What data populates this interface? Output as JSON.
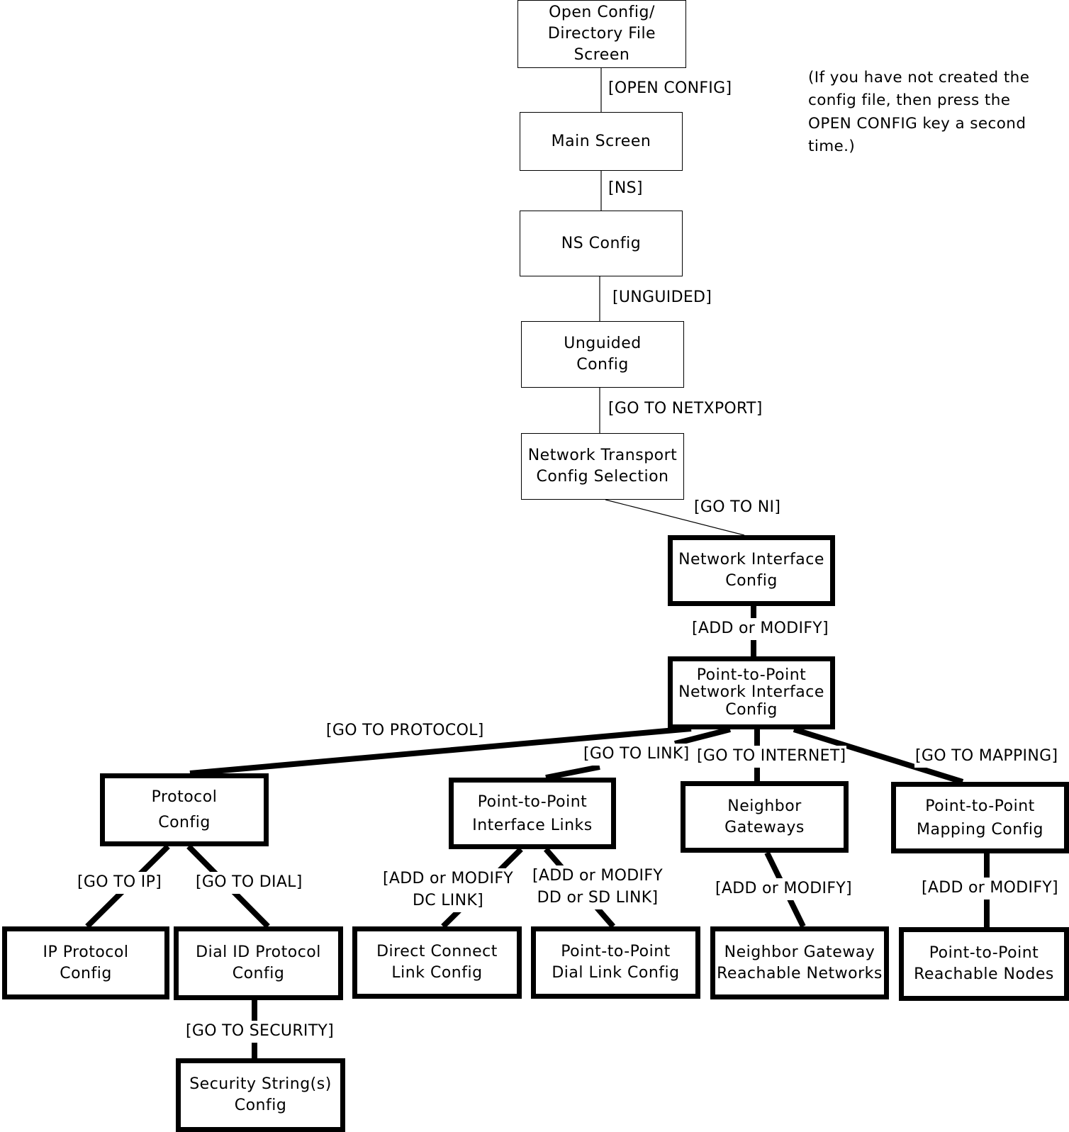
{
  "note": [
    "(If you have not created the",
    "config file, then press the",
    "OPEN CONFIG key a second",
    "time.)"
  ],
  "boxes": {
    "open_config": [
      "Open Config/",
      "Directory File Screen"
    ],
    "main_screen": [
      "Main Screen"
    ],
    "ns_config": [
      "NS Config"
    ],
    "unguided_config": [
      "Unguided",
      "Config"
    ],
    "network_transport": [
      "Network Transport",
      "Config Selection"
    ],
    "network_interface": [
      "Network Interface",
      "Config"
    ],
    "p2p_ni": [
      "Point-to-Point",
      "Network Interface",
      "Config"
    ],
    "protocol_config": [
      "Protocol",
      "Config"
    ],
    "p2p_interface_links": [
      "Point-to-Point",
      "Interface Links"
    ],
    "neighbor_gateways": [
      "Neighbor",
      "Gateways"
    ],
    "p2p_mapping": [
      "Point-to-Point",
      "Mapping Config"
    ],
    "ip_protocol": [
      "IP Protocol",
      "Config"
    ],
    "dial_id_protocol": [
      "Dial ID Protocol",
      "Config"
    ],
    "direct_connect": [
      "Direct Connect",
      "Link Config"
    ],
    "p2p_dial_link": [
      "Point-to-Point",
      "Dial Link Config"
    ],
    "neighbor_reachable": [
      "Neighbor Gateway",
      "Reachable Networks"
    ],
    "p2p_reachable_nodes": [
      "Point-to-Point",
      "Reachable Nodes"
    ],
    "security_strings": [
      "Security String(s)",
      "Config"
    ]
  },
  "edge_labels": {
    "open_config": [
      "[OPEN CONFIG]"
    ],
    "ns": [
      "[NS]"
    ],
    "unguided": [
      "[UNGUIDED]"
    ],
    "go_to_netxport": [
      "[GO TO NETXPORT]"
    ],
    "go_to_ni": [
      "[GO TO NI]"
    ],
    "add_or_modify_ni": [
      "[ADD or MODIFY]"
    ],
    "go_to_protocol": [
      "[GO TO PROTOCOL]"
    ],
    "go_to_link": [
      "[GO TO LINK]"
    ],
    "go_to_internet": [
      "[GO TO INTERNET]"
    ],
    "go_to_mapping": [
      "[GO TO MAPPING]"
    ],
    "go_to_ip": [
      "[GO TO IP]"
    ],
    "go_to_dial": [
      "[GO TO DIAL]"
    ],
    "add_modify_dc": [
      "[ADD or MODIFY",
      "DC LINK]"
    ],
    "add_modify_dd": [
      "[ADD or MODIFY",
      "DD or SD LINK]"
    ],
    "add_modify_gw": [
      "[ADD or MODIFY]"
    ],
    "add_modify_map": [
      "[ADD or MODIFY]"
    ],
    "go_to_security": [
      "[GO TO SECURITY]"
    ]
  }
}
